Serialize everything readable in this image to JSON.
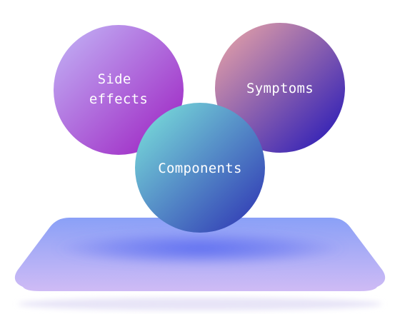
{
  "diagram": {
    "circles": [
      {
        "id": "side-effects",
        "label_lines": [
          "Side",
          "effects"
        ],
        "gradient": [
          "#c3b7f7",
          "#9c1cc0"
        ]
      },
      {
        "id": "symptoms",
        "label_lines": [
          "Symptoms"
        ],
        "gradient": [
          "#f0a9a6",
          "#1f13b8"
        ]
      },
      {
        "id": "components",
        "label_lines": [
          "Components"
        ],
        "gradient": [
          "#7de7dc",
          "#2c2fb2"
        ]
      }
    ],
    "platform": {
      "top_color": "#8aa0f7",
      "bottom_color": "#cfbbf5",
      "glow_color": "#5b6cf0"
    }
  }
}
